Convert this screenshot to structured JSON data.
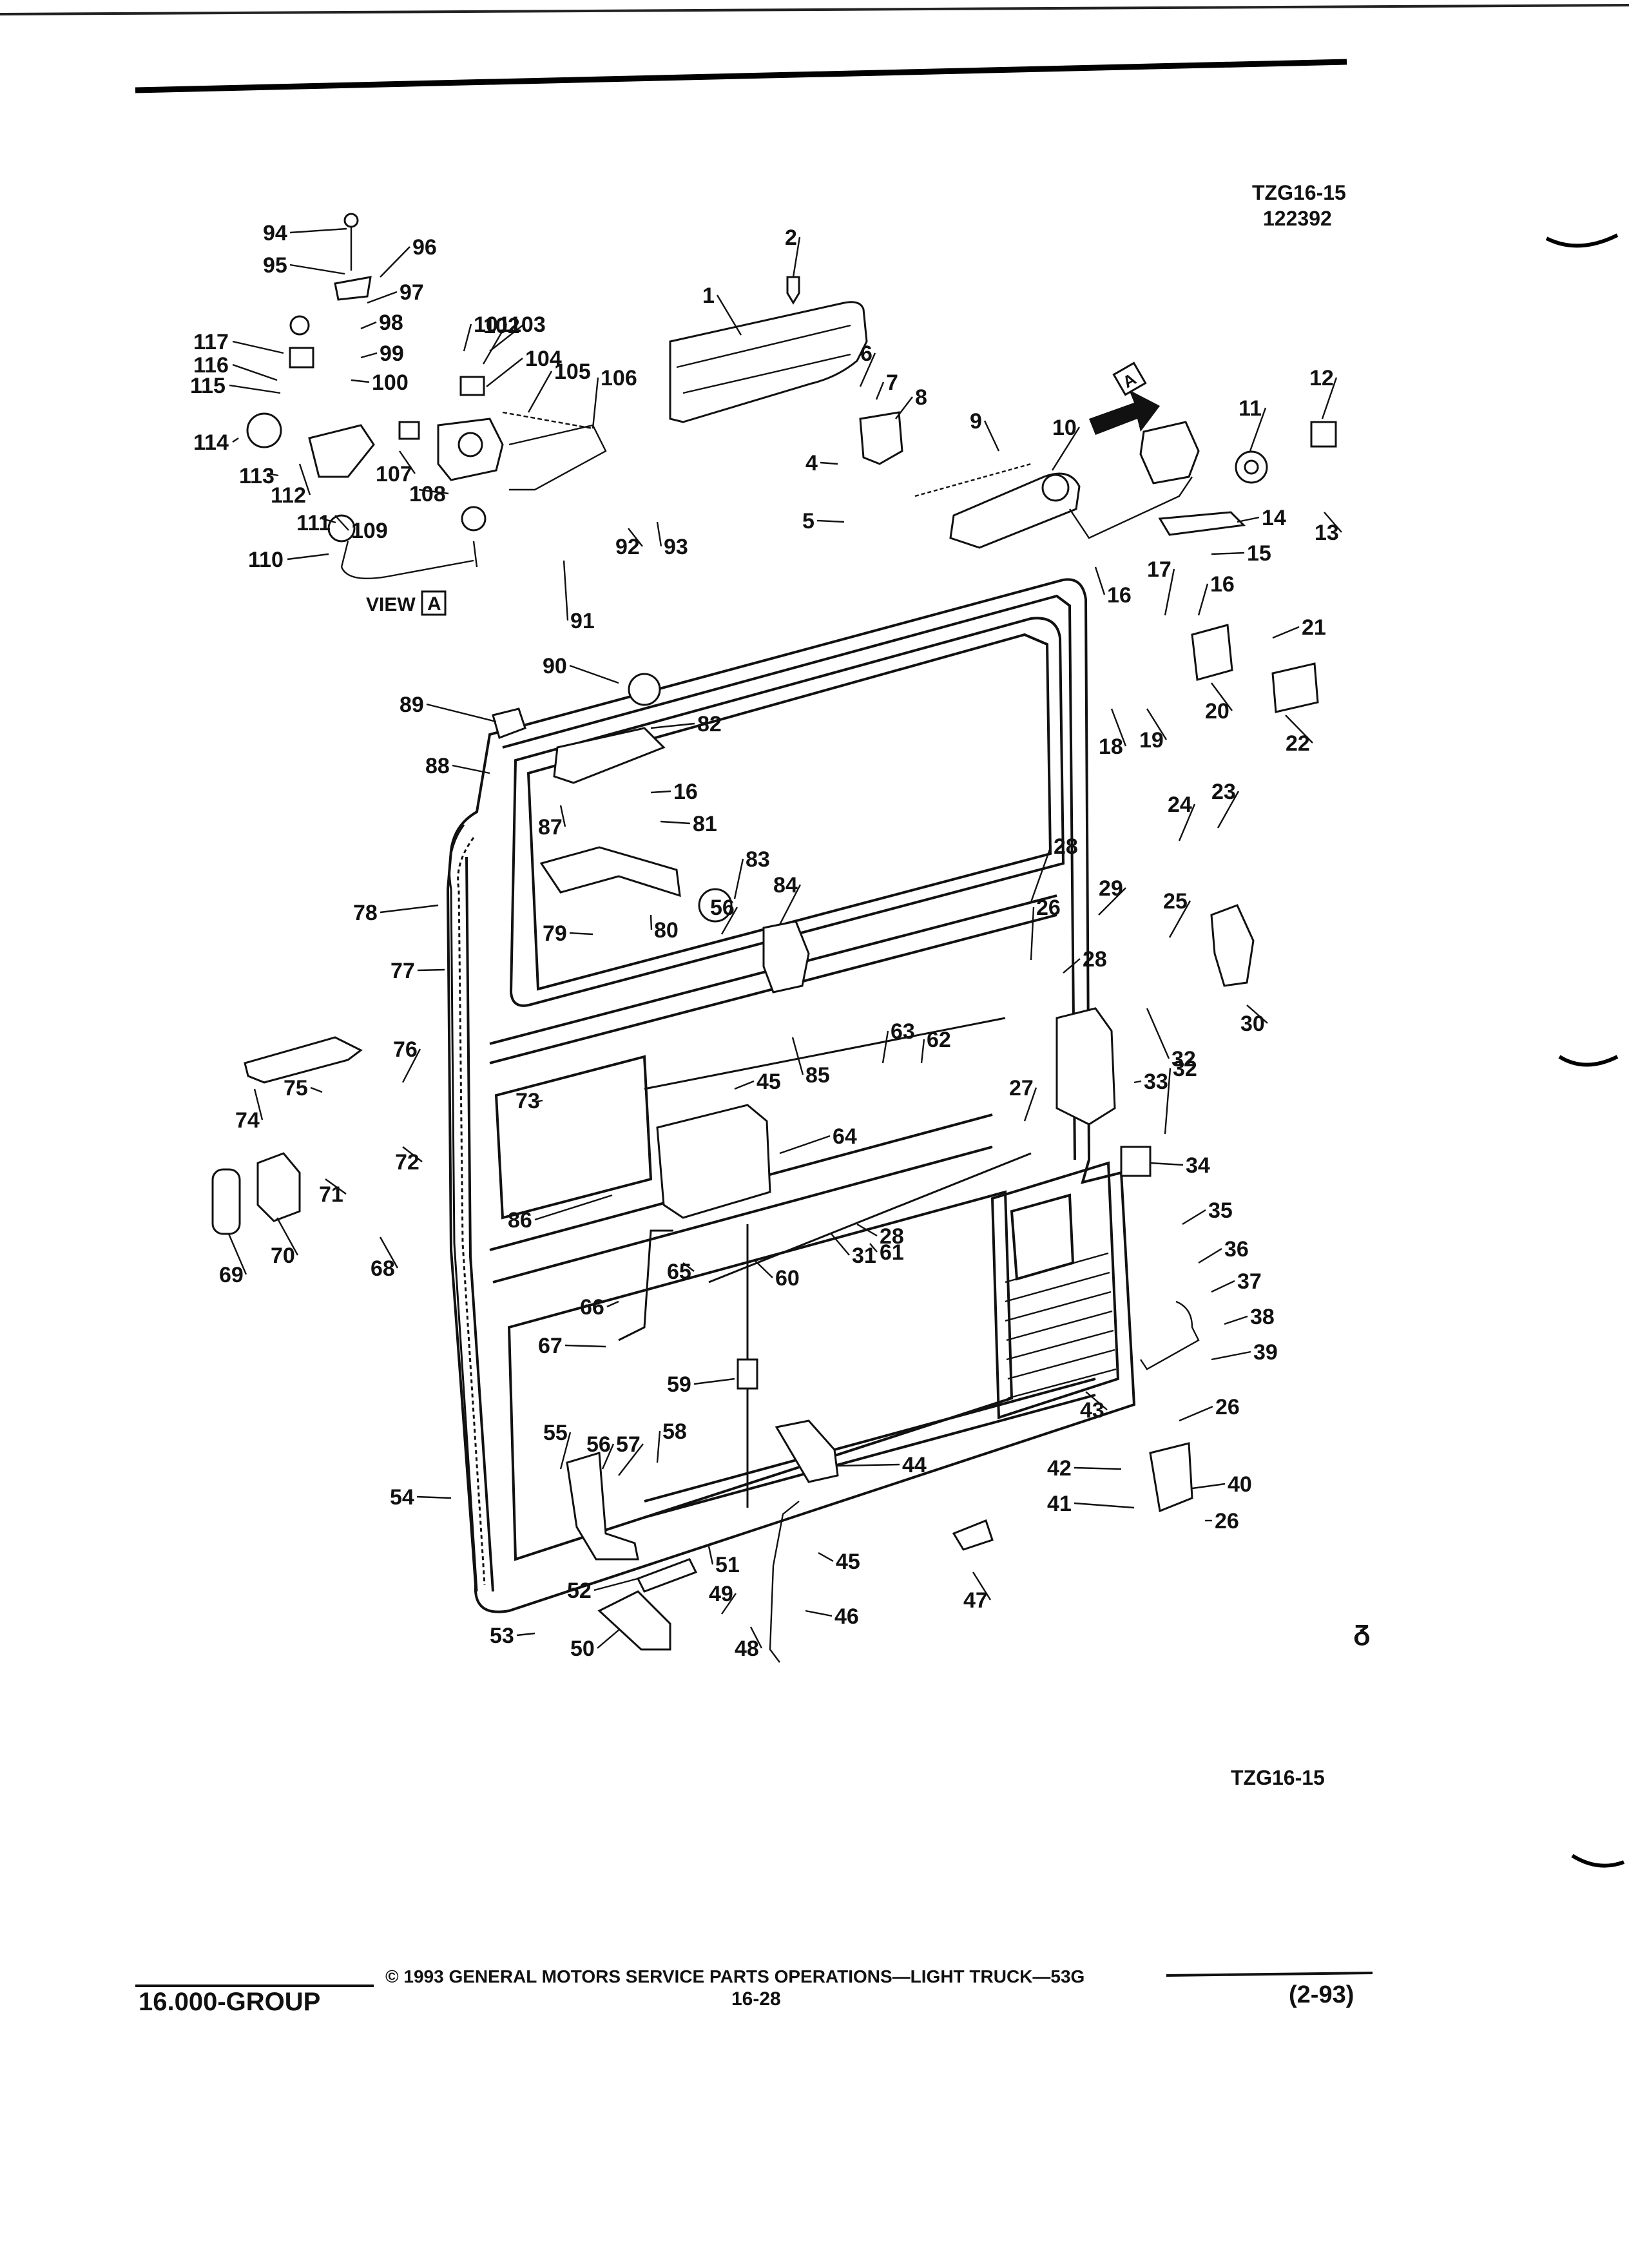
{
  "header": {
    "drawing_code": "TZG16-15",
    "drawing_number": "122392"
  },
  "view_label": {
    "text": "VIEW",
    "boxed_letter": "A"
  },
  "arrow_label": "A",
  "bottom_code": "TZG16-15",
  "footer": {
    "copyright": "© 1993 GENERAL MOTORS SERVICE PARTS OPERATIONS—LIGHT TRUCK—53G",
    "group": "16.000-GROUP",
    "page": "16-28",
    "revision": "(2-93)"
  },
  "callouts": [
    {
      "num": "1"
    },
    {
      "num": "2"
    },
    {
      "num": "4"
    },
    {
      "num": "5"
    },
    {
      "num": "6"
    },
    {
      "num": "7"
    },
    {
      "num": "8"
    },
    {
      "num": "9"
    },
    {
      "num": "10"
    },
    {
      "num": "11"
    },
    {
      "num": "12"
    },
    {
      "num": "13"
    },
    {
      "num": "14"
    },
    {
      "num": "15"
    },
    {
      "num": "16"
    },
    {
      "num": "16"
    },
    {
      "num": "16"
    },
    {
      "num": "17"
    },
    {
      "num": "18"
    },
    {
      "num": "19"
    },
    {
      "num": "20"
    },
    {
      "num": "21"
    },
    {
      "num": "22"
    },
    {
      "num": "23"
    },
    {
      "num": "24"
    },
    {
      "num": "25"
    },
    {
      "num": "26"
    },
    {
      "num": "26"
    },
    {
      "num": "26"
    },
    {
      "num": "27"
    },
    {
      "num": "28"
    },
    {
      "num": "28"
    },
    {
      "num": "28"
    },
    {
      "num": "29"
    },
    {
      "num": "30"
    },
    {
      "num": "31"
    },
    {
      "num": "32"
    },
    {
      "num": "32"
    },
    {
      "num": "33"
    },
    {
      "num": "34"
    },
    {
      "num": "35"
    },
    {
      "num": "36"
    },
    {
      "num": "37"
    },
    {
      "num": "38"
    },
    {
      "num": "39"
    },
    {
      "num": "40"
    },
    {
      "num": "41"
    },
    {
      "num": "42"
    },
    {
      "num": "43"
    },
    {
      "num": "44"
    },
    {
      "num": "45"
    },
    {
      "num": "45"
    },
    {
      "num": "46"
    },
    {
      "num": "47"
    },
    {
      "num": "48"
    },
    {
      "num": "49"
    },
    {
      "num": "50"
    },
    {
      "num": "51"
    },
    {
      "num": "52"
    },
    {
      "num": "53"
    },
    {
      "num": "54"
    },
    {
      "num": "55"
    },
    {
      "num": "56"
    },
    {
      "num": "56"
    },
    {
      "num": "57"
    },
    {
      "num": "58"
    },
    {
      "num": "59"
    },
    {
      "num": "60"
    },
    {
      "num": "61"
    },
    {
      "num": "62"
    },
    {
      "num": "63"
    },
    {
      "num": "64"
    },
    {
      "num": "65"
    },
    {
      "num": "66"
    },
    {
      "num": "67"
    },
    {
      "num": "68"
    },
    {
      "num": "69"
    },
    {
      "num": "70"
    },
    {
      "num": "71"
    },
    {
      "num": "72"
    },
    {
      "num": "73"
    },
    {
      "num": "74"
    },
    {
      "num": "75"
    },
    {
      "num": "76"
    },
    {
      "num": "77"
    },
    {
      "num": "78"
    },
    {
      "num": "79"
    },
    {
      "num": "80"
    },
    {
      "num": "81"
    },
    {
      "num": "82"
    },
    {
      "num": "83"
    },
    {
      "num": "84"
    },
    {
      "num": "85"
    },
    {
      "num": "86"
    },
    {
      "num": "87"
    },
    {
      "num": "88"
    },
    {
      "num": "89"
    },
    {
      "num": "90"
    },
    {
      "num": "91"
    },
    {
      "num": "92"
    },
    {
      "num": "93"
    },
    {
      "num": "94"
    },
    {
      "num": "95"
    },
    {
      "num": "96"
    },
    {
      "num": "97"
    },
    {
      "num": "98"
    },
    {
      "num": "99"
    },
    {
      "num": "100"
    },
    {
      "num": "101"
    },
    {
      "num": "102"
    },
    {
      "num": "103"
    },
    {
      "num": "104"
    },
    {
      "num": "105"
    },
    {
      "num": "106"
    },
    {
      "num": "107"
    },
    {
      "num": "108"
    },
    {
      "num": "109"
    },
    {
      "num": "110"
    },
    {
      "num": "111"
    },
    {
      "num": "112"
    },
    {
      "num": "113"
    },
    {
      "num": "114"
    },
    {
      "num": "115"
    },
    {
      "num": "116"
    },
    {
      "num": "117"
    }
  ]
}
